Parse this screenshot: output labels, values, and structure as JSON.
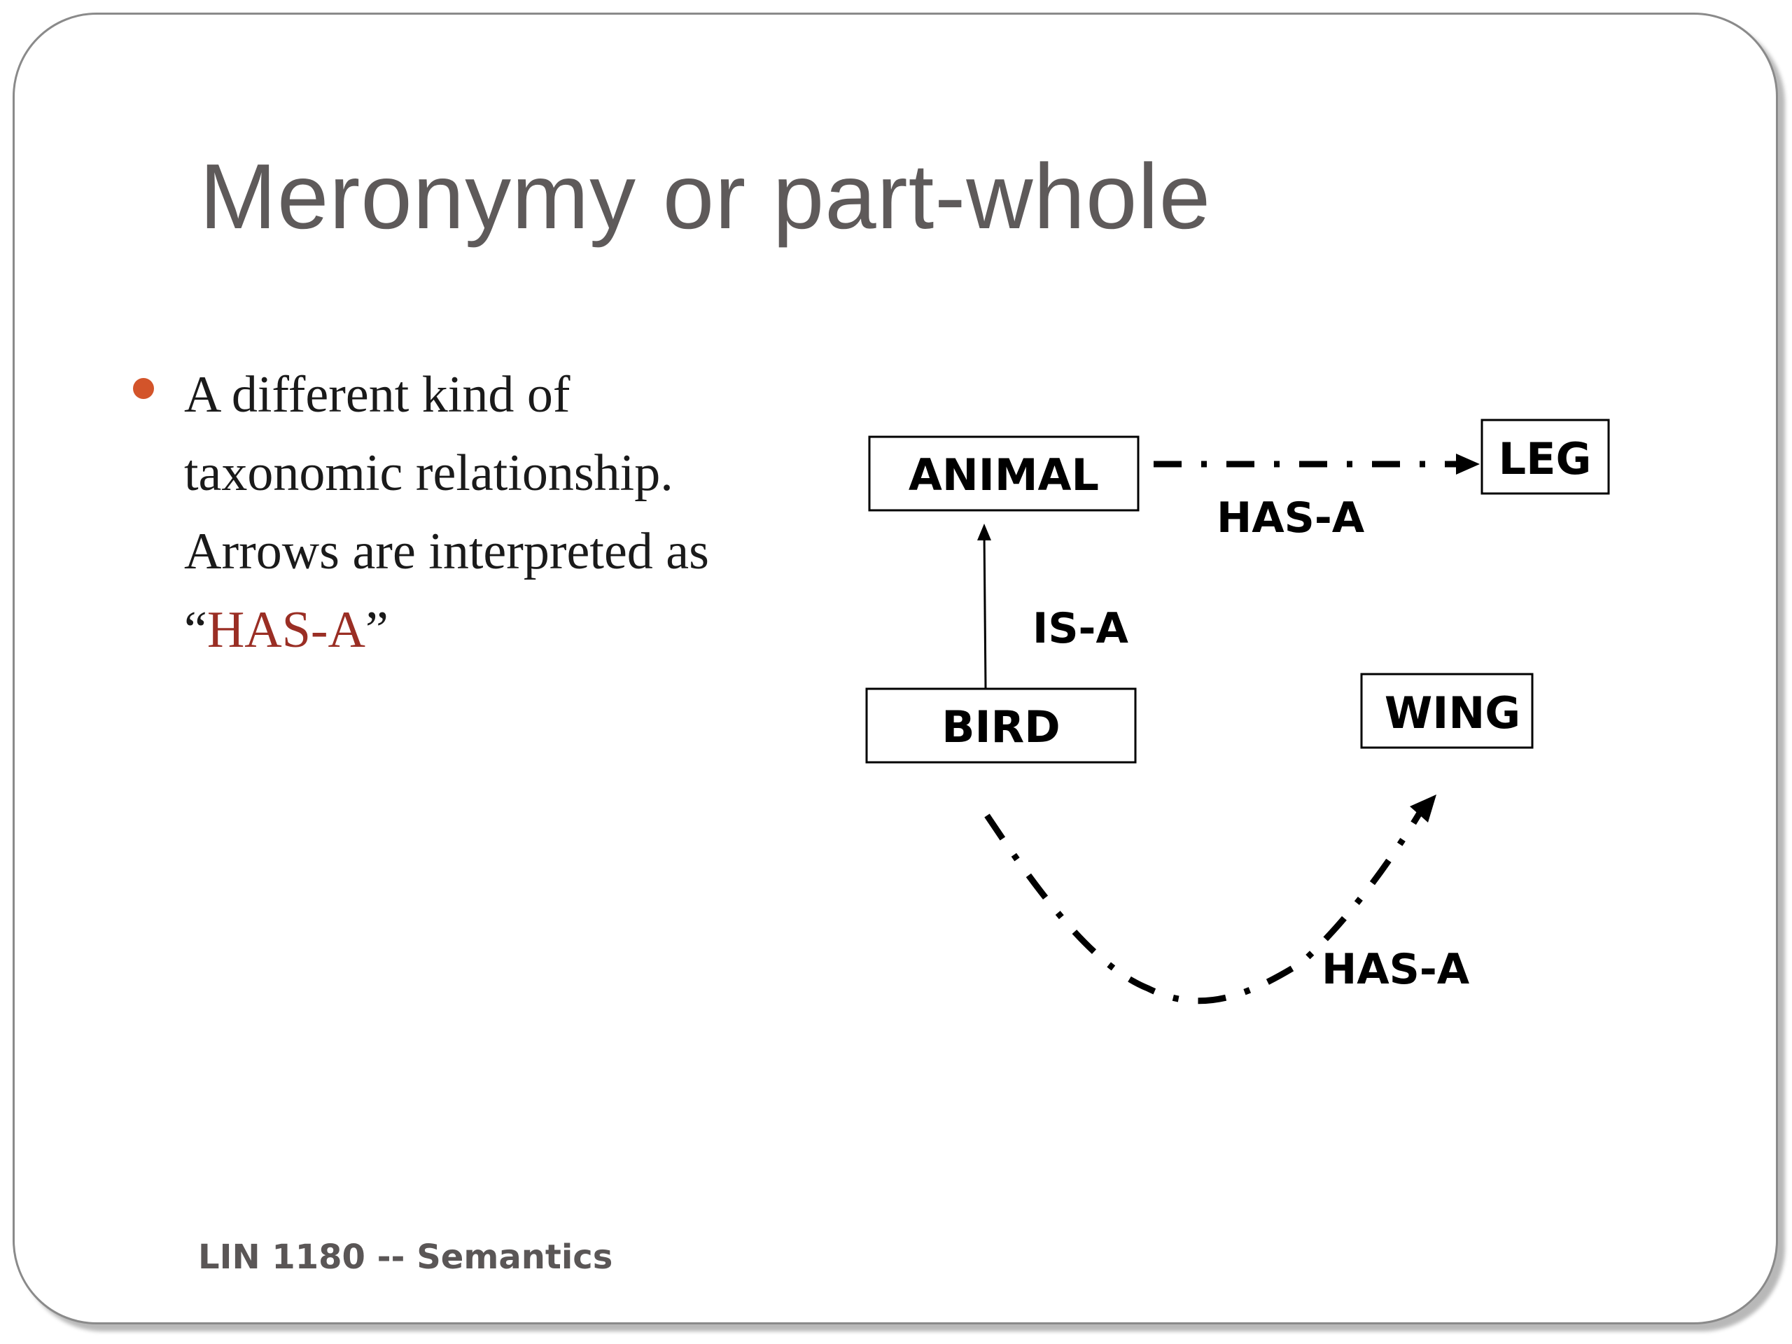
{
  "slide": {
    "title": "Meronymy or part-whole",
    "bullet": {
      "lines": [
        "A different kind of",
        "taxonomic relationship.",
        "Arrows are interpreted as"
      ],
      "quote_open": "“",
      "highlight": "HAS-A",
      "quote_close": "”"
    },
    "footer": "LIN 1180 -- Semantics"
  },
  "diagram": {
    "nodes": {
      "animal": "ANIMAL",
      "leg": "LEG",
      "bird": "BIRD",
      "wing": "WING"
    },
    "edges": {
      "animal_leg": "HAS-A",
      "bird_animal": "IS-A",
      "bird_wing": "HAS-A"
    }
  },
  "colors": {
    "title": "#5e5a5a",
    "bullet": "#d3542a",
    "highlight": "#9a2e24",
    "footer": "#5a5656"
  }
}
